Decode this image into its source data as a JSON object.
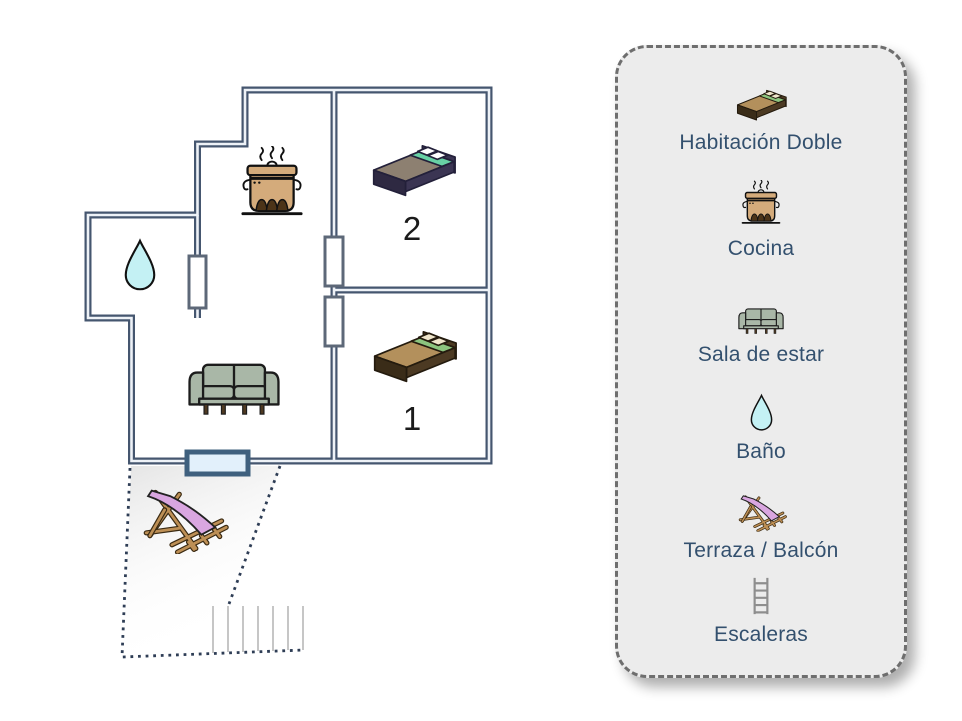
{
  "legend": {
    "items": [
      {
        "label": "Habitación Doble",
        "icon": "double-bed"
      },
      {
        "label": "Cocina",
        "icon": "cooking-pot"
      },
      {
        "label": "Sala de estar",
        "icon": "sofa"
      },
      {
        "label": "Baño",
        "icon": "water-drop"
      },
      {
        "label": "Terraza / Balcón",
        "icon": "deck-chair"
      },
      {
        "label": "Escaleras",
        "icon": "ladder"
      }
    ]
  },
  "floorplan": {
    "rooms": {
      "bedroom1": {
        "number": "1",
        "furniture": "double-bed"
      },
      "bedroom2": {
        "number": "2",
        "furniture": "double-bed"
      },
      "kitchen": {
        "furniture": "cooking-pot"
      },
      "living_room": {
        "furniture": "sofa"
      },
      "bathroom": {
        "furniture": "water-drop"
      },
      "terrace": {
        "furniture": "deck-chair"
      },
      "stairs": {
        "furniture": "stair-lines"
      }
    }
  },
  "colors": {
    "wall": "#45566f",
    "wall_core": "#eef2f7",
    "door_border": "#5d6878",
    "window_fill": "#e2f0fb",
    "window_border": "#3f607e",
    "terrace_dot": "#2e3d55",
    "stair_line": "#b7b7b7",
    "legend_bg": "#ececec",
    "legend_border": "#6e6e6e",
    "legend_text": "#33506e",
    "drop_fill": "#c4f1f4",
    "sofa_fill": "#a9b7a7",
    "pot_fill": "#d4ab7b",
    "chair_fabric": "#d9a6e0",
    "wood": "#bd8f55",
    "bed1_frame": "#4c3a23",
    "bed1_blanket": "#b3905c",
    "bed1_stripe": "#8cc47e",
    "bed1_pillow": "#efe5cb",
    "bed2_frame": "#3b3553",
    "bed2_blanket": "#8d8071",
    "bed2_stripe": "#68d1a5",
    "bed2_pillow": "#ffffff"
  }
}
